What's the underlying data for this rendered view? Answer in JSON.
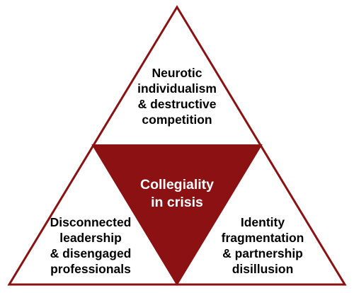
{
  "diagram": {
    "colors": {
      "accent": "#8b1113",
      "outline": "#8b1113",
      "fill": "#ffffff",
      "center_text": "#ffffff",
      "text": "#000000"
    },
    "top": {
      "line1": "Neurotic",
      "line2": "individualism",
      "line3": "& destructive",
      "line4": "competition"
    },
    "left": {
      "line1": "Disconnected",
      "line2": "leadership",
      "line3": "& disengaged",
      "line4": "professionals"
    },
    "right": {
      "line1": "Identity",
      "line2": "fragmentation",
      "line3": "& partnership",
      "line4": "disillusion"
    },
    "center": {
      "line1": "Collegiality",
      "line2": "in crisis"
    }
  }
}
